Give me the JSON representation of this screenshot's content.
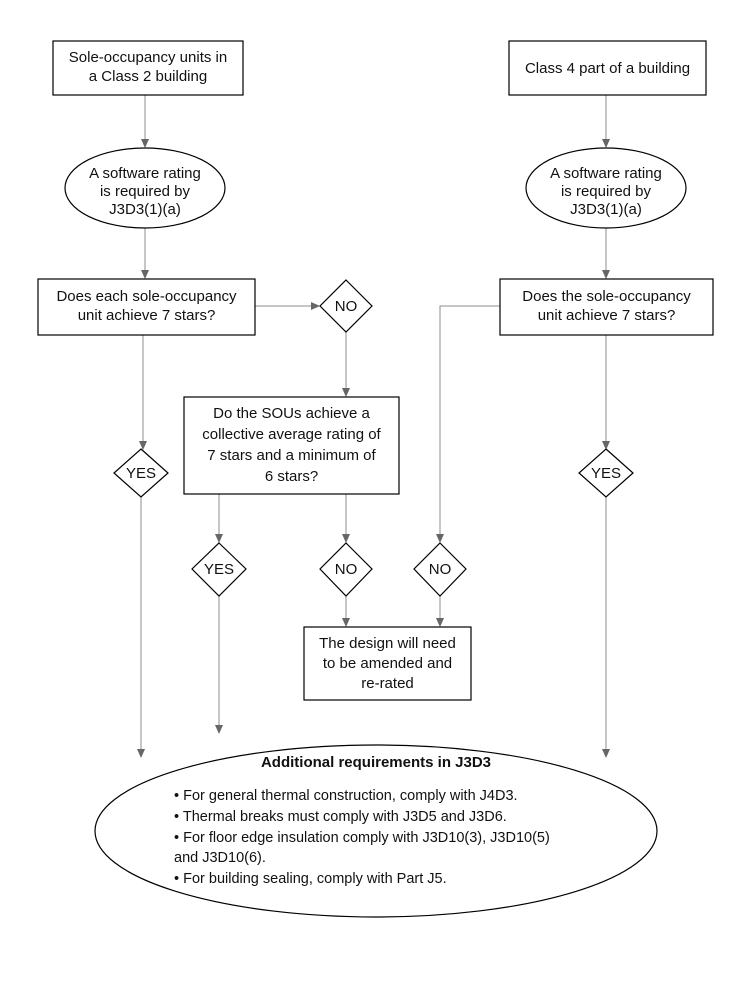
{
  "nodes": {
    "class2_start": {
      "lines": [
        "Sole-occupancy units in",
        "a Class 2 building"
      ]
    },
    "class4_start": {
      "lines": [
        "Class 4 part of a building"
      ]
    },
    "software_rating_left": {
      "lines": [
        "A software rating",
        "is required by",
        "J3D3(1)(a)"
      ]
    },
    "software_rating_right": {
      "lines": [
        "A software rating",
        "is required by",
        "J3D3(1)(a)"
      ]
    },
    "each_sou_question": {
      "lines": [
        "Does each sole-occupancy",
        "unit achieve 7 stars?"
      ]
    },
    "the_sou_question": {
      "lines": [
        "Does the sole-occupancy",
        "unit achieve 7 stars?"
      ]
    },
    "collective_question": {
      "lines": [
        "Do the SOUs achieve a",
        "collective average rating of",
        "7 stars and a minimum of",
        "6 stars?"
      ]
    },
    "amend_design": {
      "lines": [
        "The design will need",
        "to be amended and",
        "re-rated"
      ]
    },
    "additional_requirements": {
      "title": "Additional requirements in J3D3",
      "lines": [
        "• For general thermal construction, comply with J4D3.",
        "• Thermal breaks must comply with J3D5 and J3D6.",
        "• For floor edge insulation comply with J3D10(3), J3D10(5)",
        "and J3D10(6).",
        "• For building sealing, comply with Part J5."
      ]
    }
  },
  "decisions": {
    "no_top": "NO",
    "yes_left": "YES",
    "yes_right": "YES",
    "yes_middle": "YES",
    "no_middle": "NO",
    "no_right_middle": "NO"
  }
}
